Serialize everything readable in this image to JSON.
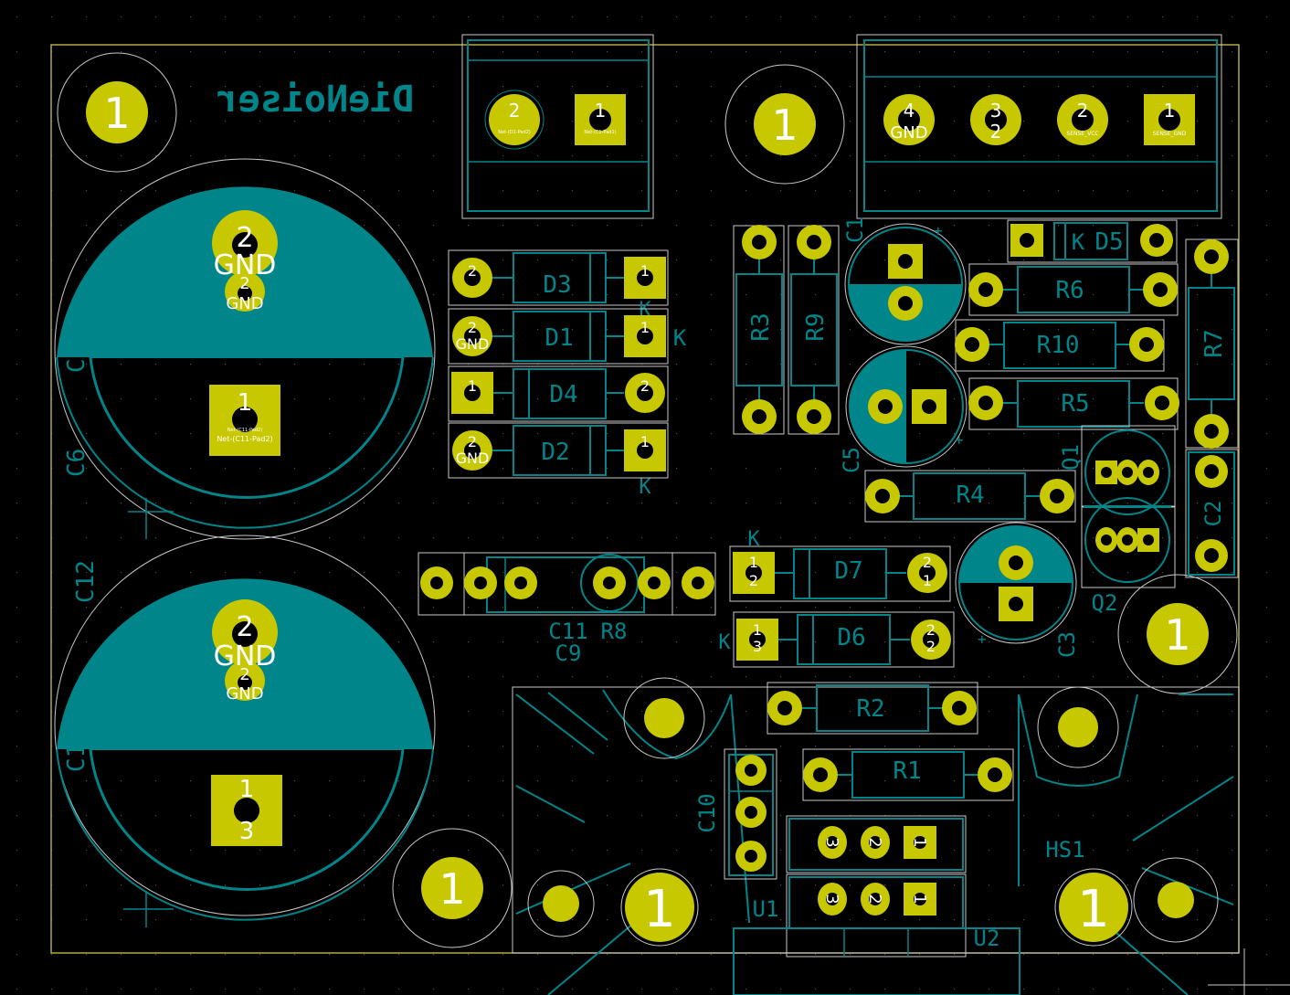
{
  "colors": {
    "background": "#000000",
    "board_edge": "#b5a842",
    "pad": "#c8c800",
    "silkscreen": "#00858a",
    "courtyard": "#c8c8c8",
    "drill": "#000000",
    "pad_label": "#ffffff"
  },
  "board": {
    "title": "DieNoiser"
  },
  "mounting_holes": [
    {
      "label": "1"
    },
    {
      "label": "1"
    },
    {
      "label": "1"
    },
    {
      "label": "1"
    }
  ],
  "capacitors": {
    "c6c7": {
      "ref_a": "C7",
      "ref_b": "C6",
      "pin1": "1",
      "pin2": "2",
      "gnd": "GND",
      "pin2b": "2",
      "gnd_b": "GND",
      "net": "Net-(C11-Pad2)",
      "net_small": "Net-(C11-Pad2)"
    },
    "c12c13": {
      "ref_a": "C12",
      "ref_b": "C13",
      "pin1": "1",
      "pin1b": "3",
      "pin2": "2",
      "gnd": "GND",
      "pin2b": "2",
      "gnd_b": "GND"
    },
    "c1": "C1",
    "c5": "C5",
    "c3": "C3",
    "c2": "C2",
    "c10": "C10",
    "c11": "C11",
    "c9": "C9"
  },
  "connectors": {
    "j1": {
      "pins": [
        "2",
        "1"
      ],
      "nets": [
        "Net-(D1-Pad2)",
        "Net-(C1-Pad1)"
      ]
    },
    "j2": {
      "pins": [
        "4",
        "3",
        "2",
        "1"
      ],
      "labels": [
        "GND",
        "2",
        "SENSE_VCC",
        "SENSE_GND"
      ]
    }
  },
  "diodes": {
    "d3": {
      "ref": "D3",
      "pin_a": "2",
      "pin_k": "1",
      "k": "K"
    },
    "d1": {
      "ref": "D1",
      "pin_a": "2",
      "pin_k": "1",
      "k": "K",
      "gnd": "GND"
    },
    "d4": {
      "ref": "D4",
      "pin_a": "1",
      "pin_k": "2"
    },
    "d2": {
      "ref": "D2",
      "pin_a": "2",
      "pin_k": "1",
      "k": "K",
      "gnd": "GND"
    },
    "d5": {
      "ref": "D5",
      "k": "K"
    },
    "d7": {
      "ref": "D7",
      "k": "K",
      "pin_a": "1",
      "pin_a2": "2",
      "pin_k": "2",
      "pin_k2": "1"
    },
    "d6": {
      "ref": "D6",
      "k": "K",
      "pin_a": "1",
      "pin_a2": "3",
      "pin_k": "2",
      "pin_k2": "2"
    }
  },
  "resistors": [
    "R3",
    "R9",
    "R6",
    "R10",
    "R5",
    "R7",
    "R4",
    "R8",
    "R2",
    "R1"
  ],
  "transistors": {
    "q1": "Q1",
    "q2": "Q2"
  },
  "regulators": {
    "u1": {
      "ref": "U1",
      "pins": [
        "3",
        "2",
        "1"
      ]
    },
    "u2": {
      "ref": "U2",
      "pins": [
        "3",
        "2",
        "1"
      ]
    }
  },
  "heatsink": {
    "ref": "HS1",
    "hole_label": "1"
  }
}
